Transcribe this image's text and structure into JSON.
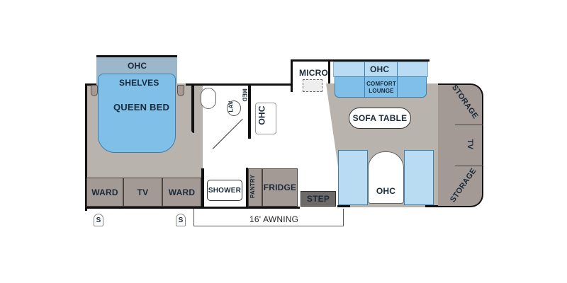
{
  "floorplan": {
    "bedroom": {
      "ohc": "OHC",
      "shelves": "SHELVES",
      "bed": "QUEEN BED",
      "cabinets": [
        "WARD",
        "TV",
        "WARD"
      ]
    },
    "bath": {
      "lav": "LAV",
      "med": "MED",
      "ohc": "OHC",
      "shower": "SHOWER"
    },
    "kitchen": {
      "micro": "MICRO",
      "pantry": "PANTRY",
      "fridge": "FRIDGE",
      "step": "STEP"
    },
    "living": {
      "ohc": "OHC",
      "lounge": "COMFORT LOUNGE",
      "sofa_table": "SOFA TABLE",
      "cab_ohc": "OHC"
    },
    "front": {
      "storage_top": "STORAGE",
      "tv": "TV",
      "storage_bottom": "STORAGE"
    },
    "exterior": {
      "awning": "16' AWNING",
      "slide_markers": [
        "S",
        "S"
      ]
    },
    "colors": {
      "floor": "#b9b3ad",
      "cabinet": "#a39a95",
      "bed_blue": "#7fbfe8",
      "ohc_blue": "#b9dcf2",
      "wall": "#111111"
    }
  }
}
